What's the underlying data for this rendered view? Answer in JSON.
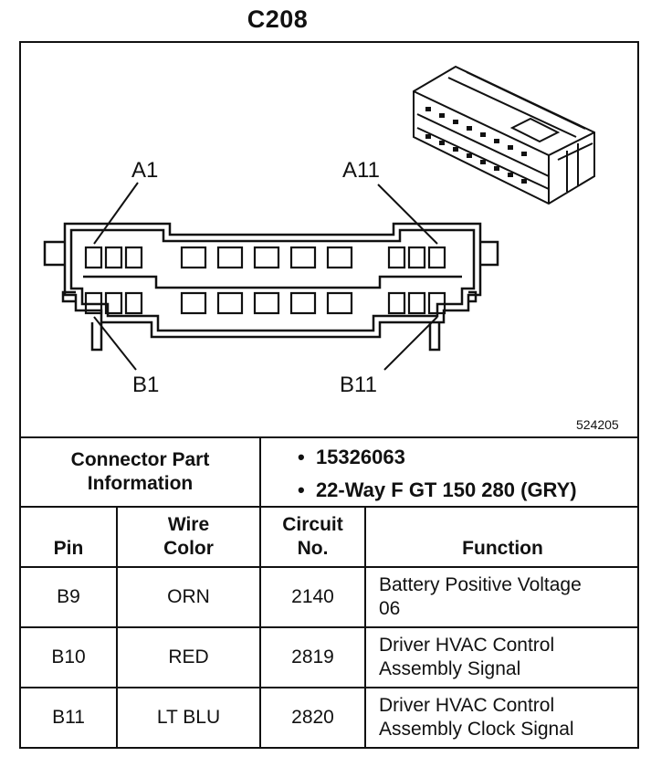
{
  "title": "C208",
  "figure_number": "524205",
  "pin_labels": {
    "a1": "A1",
    "a11": "A11",
    "b1": "B1",
    "b11": "B11"
  },
  "connector_info": {
    "label": "Connector Part Information",
    "items": [
      "15326063",
      "22-Way F GT 150 280 (GRY)"
    ]
  },
  "table": {
    "headers": {
      "pin": "Pin",
      "wire_color": "Wire Color",
      "circuit_no": "Circuit No.",
      "function": "Function"
    },
    "rows": [
      {
        "pin": "B9",
        "wire_color": "ORN",
        "circuit_no": "2140",
        "function": "Battery Positive Voltage 06"
      },
      {
        "pin": "B10",
        "wire_color": "RED",
        "circuit_no": "2819",
        "function": "Driver HVAC Control Assembly Signal"
      },
      {
        "pin": "B11",
        "wire_color": "LT BLU",
        "circuit_no": "2820",
        "function": "Driver HVAC Control Assembly Clock Signal"
      }
    ]
  }
}
